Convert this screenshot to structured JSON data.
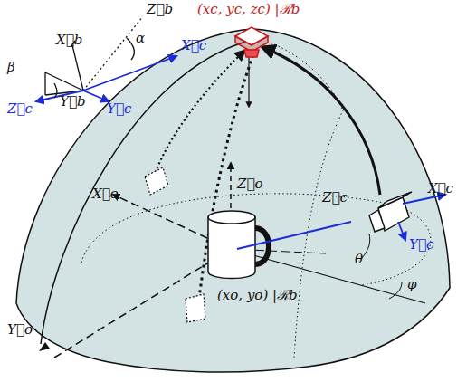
{
  "diagram": {
    "labels": [
      "X⃗b",
      "Z⃗b",
      "α",
      "β",
      "X⃗c",
      "Z⃗c",
      "Y⃗b",
      "Y⃗c",
      "(xc, yc, zc) |ℛb",
      "Z⃗o",
      "X⃗o",
      "Y⃗o",
      "X⃗c",
      "Z⃗c",
      "Y⃗c",
      "θ",
      "φ",
      "(xo, yo) |ℛb"
    ]
  }
}
